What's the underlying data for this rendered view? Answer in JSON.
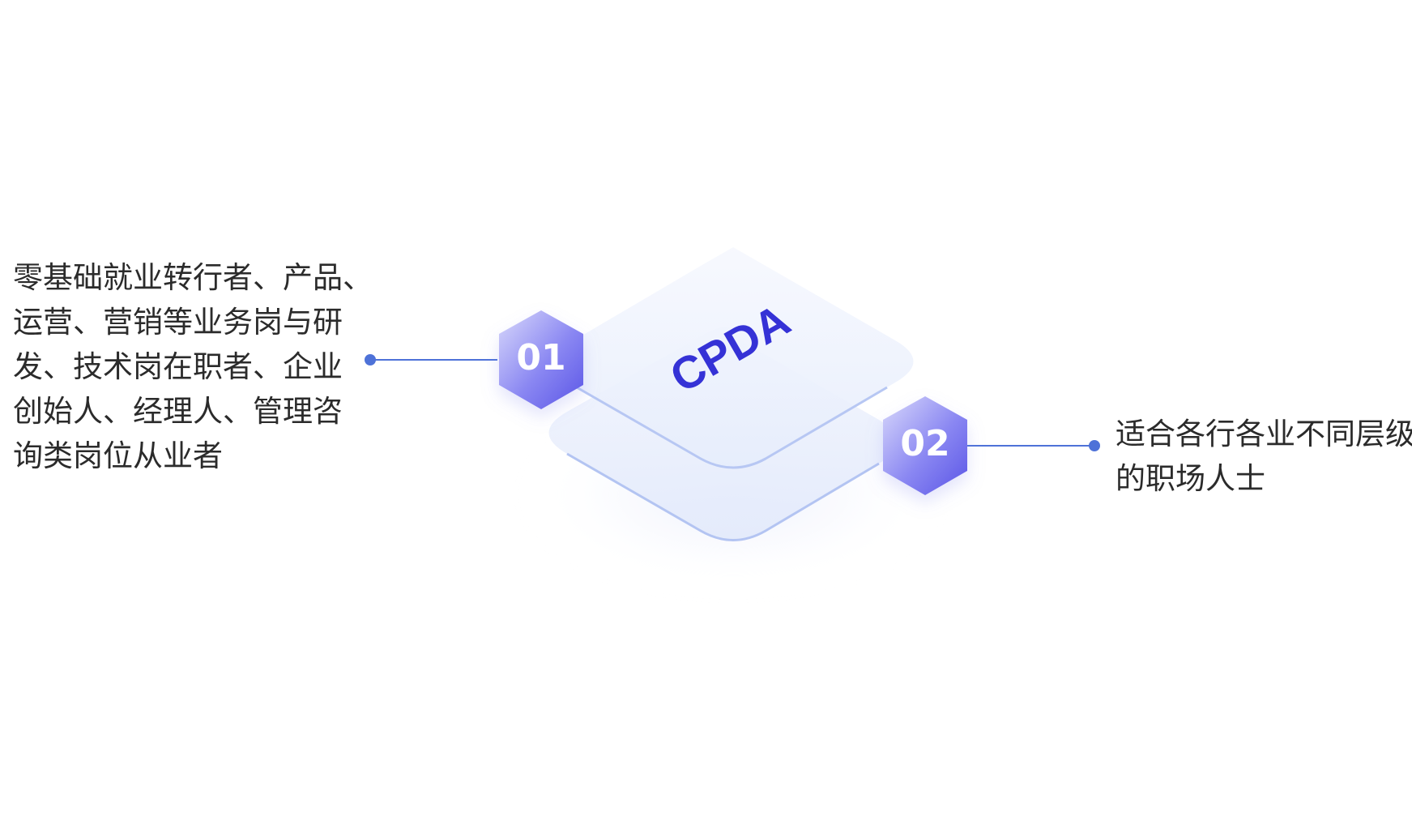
{
  "center": {
    "label": "CPDA"
  },
  "items": [
    {
      "number": "01",
      "lines": [
        "零基础就业转行者、产品、",
        "运营、营销等业务岗与研",
        "发、技术岗在职者、企业",
        "创始人、经理人、管理咨",
        "询类岗位从业者"
      ]
    },
    {
      "number": "02",
      "lines": [
        "适合各行各业不同层级",
        "的职场人士"
      ]
    }
  ],
  "colors": {
    "accent": "#5563f0",
    "connector": "#4e72d8",
    "text": "#2b2b2b",
    "brand": "#3532d6"
  }
}
